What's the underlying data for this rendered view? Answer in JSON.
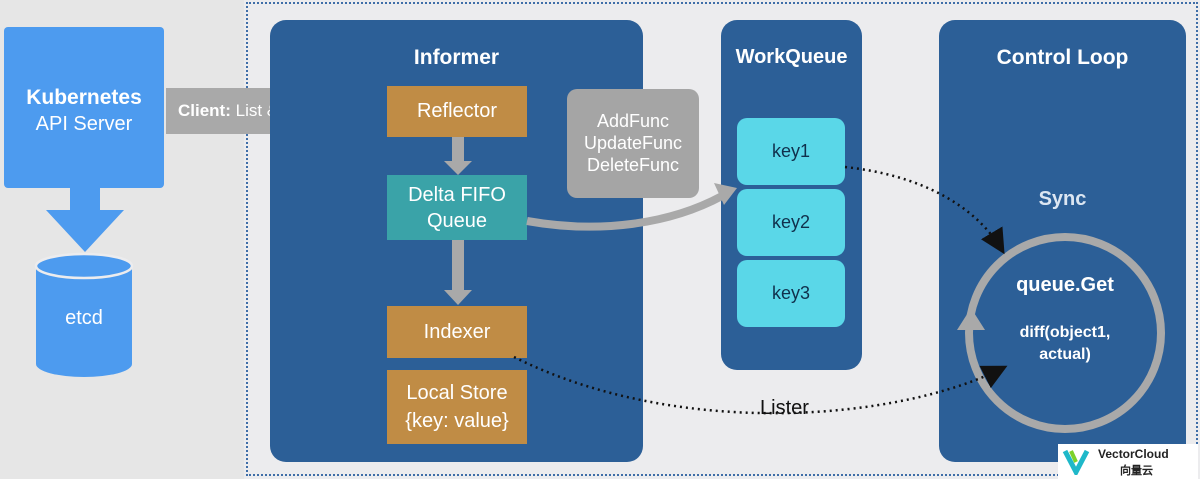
{
  "api_server": {
    "title": "Kubernetes",
    "subtitle": "API Server"
  },
  "etcd": {
    "label": "etcd"
  },
  "client": {
    "bold": "Client:",
    "text": "List & Watch"
  },
  "informer": {
    "title": "Informer",
    "reflector": "Reflector",
    "delta_fifo_line1": "Delta FIFO",
    "delta_fifo_line2": "Queue",
    "indexer": "Indexer",
    "local_store_line1": "Local Store",
    "local_store_line2": "{key: value}"
  },
  "handlers": [
    "AddFunc",
    "UpdateFunc",
    "DeleteFunc"
  ],
  "workqueue": {
    "title": "WorkQueue",
    "keys": [
      "key1",
      "key2",
      "key3"
    ]
  },
  "control_loop": {
    "title": "Control Loop",
    "sync": "Sync",
    "queue_get": "queue.Get",
    "diff_line1": "diff(object1,",
    "diff_line2": "actual)"
  },
  "lister": "Lister",
  "logo": {
    "name": "VectorCloud",
    "chinese": "向量云"
  },
  "colors": {
    "panel": "#2c5f97",
    "api_server": "#4d9bef",
    "component": "#c08c45",
    "delta_fifo": "#3aa3a8",
    "key": "#5ad7e8",
    "arrow": "#a9a9a9"
  }
}
